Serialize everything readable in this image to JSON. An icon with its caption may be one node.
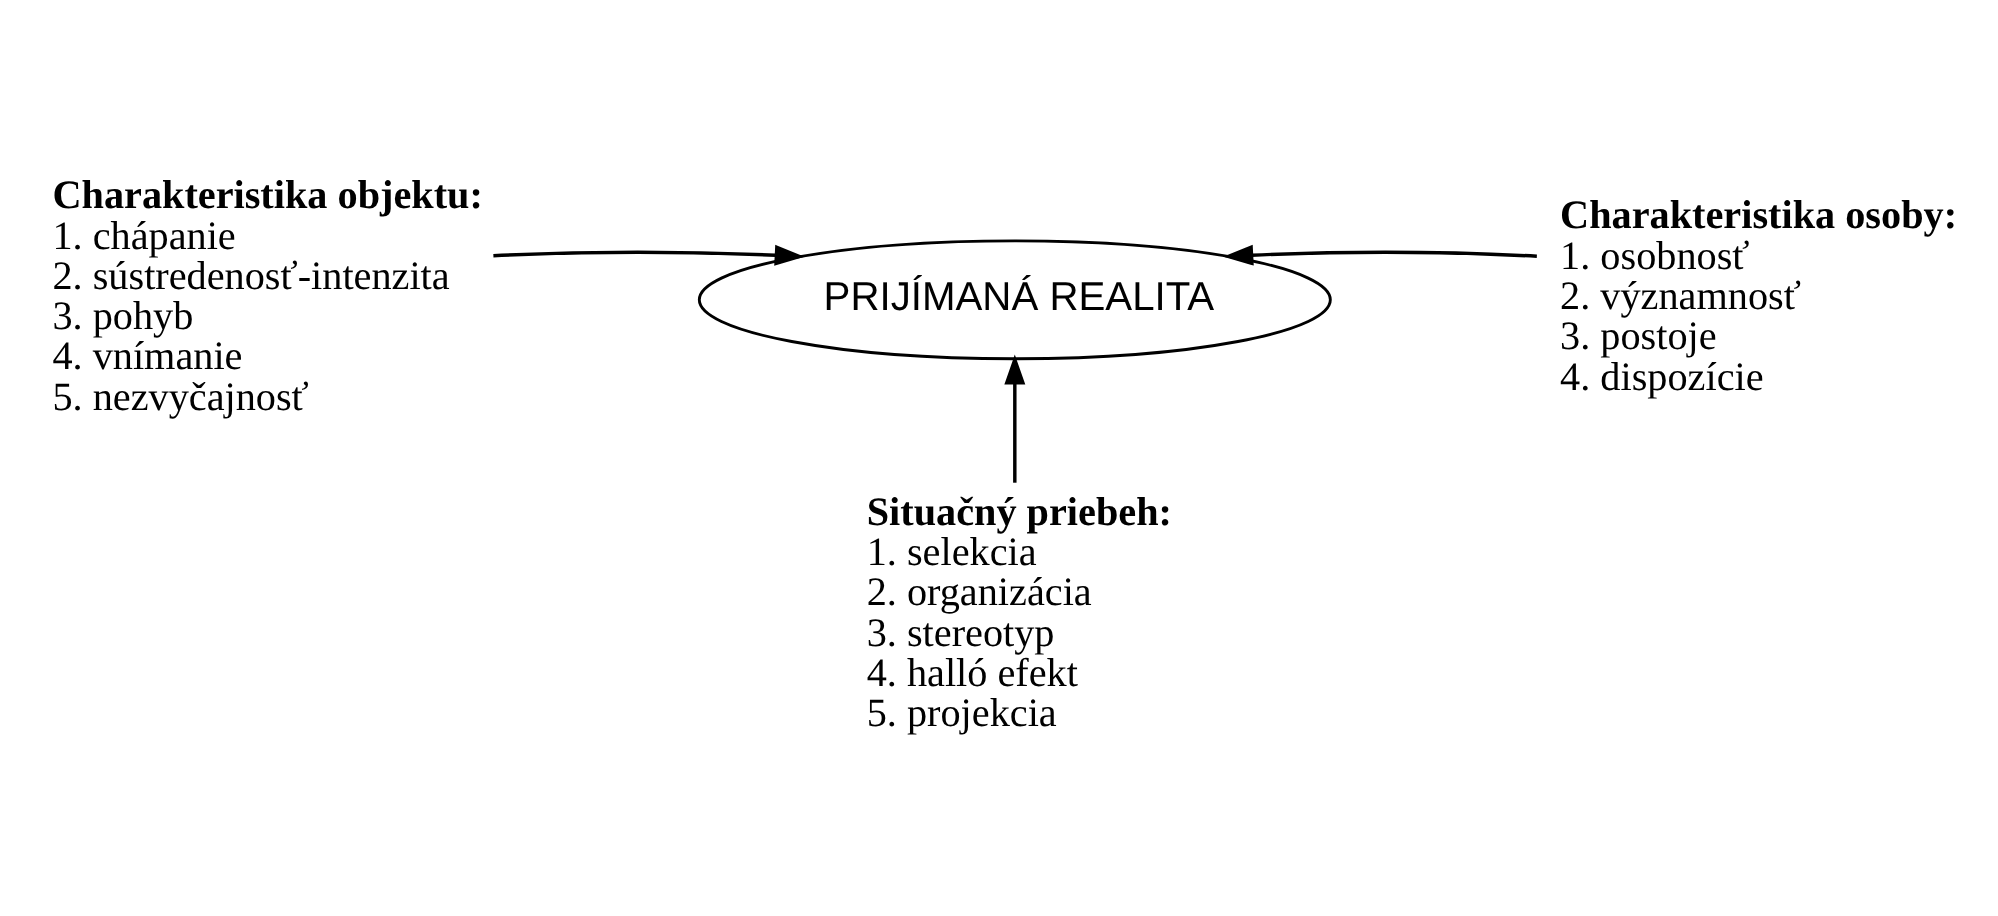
{
  "diagram": {
    "nodes": [
      {
        "text": [
          "Charakteristika objektu:",
          "1. chápanie",
          "2. sústredenosť-intenzita",
          "3. pohyb",
          "4. vnímanie",
          "5. nezvyčajnosť"
        ]
      },
      {
        "text": [
          "PRIJÍMANÁ REALITA"
        ]
      },
      {
        "text": [
          "Charakteristika osoby:",
          "1. osobnosť",
          "2. významnosť",
          "3. postoje",
          "4. dispozície"
        ]
      },
      {
        "text": [
          "Situačný priebeh:",
          "1. selekcia",
          "2. organizácia",
          "3. stereotyp",
          "4. halló efekt",
          "5. projekcia"
        ]
      }
    ],
    "edges": [
      {
        "from": 0,
        "to": 1,
        "arrow": "to"
      },
      {
        "from": 2,
        "to": 1,
        "arrow": "to"
      },
      {
        "from": 3,
        "to": 1,
        "arrow": "to"
      }
    ]
  }
}
